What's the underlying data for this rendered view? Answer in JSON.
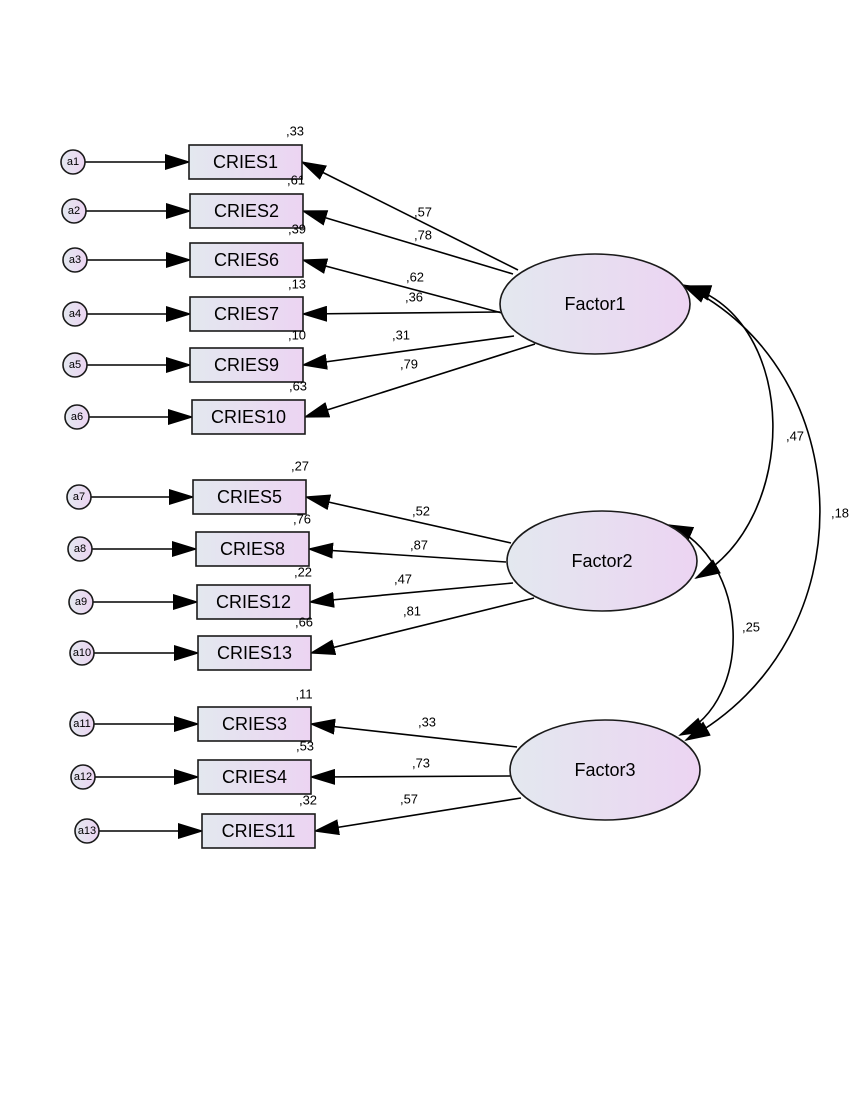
{
  "diagram": {
    "factors": [
      {
        "id": "f1",
        "label": "Factor1"
      },
      {
        "id": "f2",
        "label": "Factor2"
      },
      {
        "id": "f3",
        "label": "Factor3"
      }
    ],
    "indicators": [
      {
        "id": "CRIES1",
        "label": "CRIES1",
        "error": "a1",
        "r2": ",33",
        "loading": ",57",
        "factor": "f1"
      },
      {
        "id": "CRIES2",
        "label": "CRIES2",
        "error": "a2",
        "r2": ",61",
        "loading": ",78",
        "factor": "f1"
      },
      {
        "id": "CRIES6",
        "label": "CRIES6",
        "error": "a3",
        "r2": ",39",
        "loading": ",62",
        "factor": "f1"
      },
      {
        "id": "CRIES7",
        "label": "CRIES7",
        "error": "a4",
        "r2": ",13",
        "loading": ",36",
        "factor": "f1"
      },
      {
        "id": "CRIES9",
        "label": "CRIES9",
        "error": "a5",
        "r2": ",10",
        "loading": ",31",
        "factor": "f1"
      },
      {
        "id": "CRIES10",
        "label": "CRIES10",
        "error": "a6",
        "r2": ",63",
        "loading": ",79",
        "factor": "f1"
      },
      {
        "id": "CRIES5",
        "label": "CRIES5",
        "error": "a7",
        "r2": ",27",
        "loading": ",52",
        "factor": "f2"
      },
      {
        "id": "CRIES8",
        "label": "CRIES8",
        "error": "a8",
        "r2": ",76",
        "loading": ",87",
        "factor": "f2"
      },
      {
        "id": "CRIES12",
        "label": "CRIES12",
        "error": "a9",
        "r2": ",22",
        "loading": ",47",
        "factor": "f2"
      },
      {
        "id": "CRIES13",
        "label": "CRIES13",
        "error": "a10",
        "r2": ",66",
        "loading": ",81",
        "factor": "f2"
      },
      {
        "id": "CRIES3",
        "label": "CRIES3",
        "error": "a11",
        "r2": ",11",
        "loading": ",33",
        "factor": "f3"
      },
      {
        "id": "CRIES4",
        "label": "CRIES4",
        "error": "a12",
        "r2": ",53",
        "loading": ",73",
        "factor": "f3"
      },
      {
        "id": "CRIES11",
        "label": "CRIES11",
        "error": "a13",
        "r2": ",32",
        "loading": ",57",
        "factor": "f3"
      }
    ],
    "covariances": [
      {
        "from": "f1",
        "to": "f2",
        "value": ",47"
      },
      {
        "from": "f2",
        "to": "f3",
        "value": ",25"
      },
      {
        "from": "f1",
        "to": "f3",
        "value": ",18"
      }
    ],
    "colors": {
      "fill_start": "#e3e8ef",
      "fill_end": "#ecd4f2",
      "stroke": "#1a1a1a",
      "arrow": "#000000"
    }
  }
}
